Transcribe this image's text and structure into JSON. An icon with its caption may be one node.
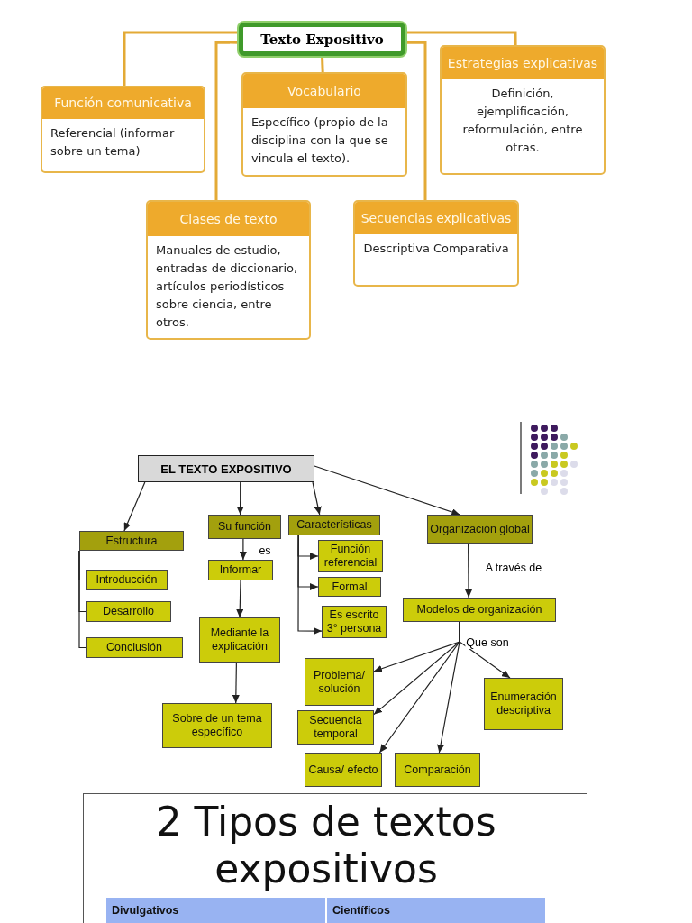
{
  "diagram": {
    "nodes": [
      {
        "text": [
          "Texto Expositivo"
        ]
      },
      {
        "text": [
          "Función comunicativa",
          "Referencial (informar sobre un tema)"
        ]
      },
      {
        "text": [
          "Vocabulario",
          "Específico (propio de la disciplina con la que se vincula el texto)."
        ]
      },
      {
        "text": [
          "Estrategias explicativas",
          "Definición, ejemplificación, reformulación, entre otras."
        ]
      },
      {
        "text": [
          "Clases de texto",
          "Manuales de estudio, entradas de diccionario, artículos periodísticos sobre ciencia, entre otros."
        ]
      },
      {
        "text": [
          "Secuencias explicativas",
          "Descriptiva Comparativa"
        ]
      },
      {
        "text": [
          "EL TEXTO EXPOSITIVO"
        ]
      },
      {
        "text": [
          "Estructura"
        ]
      },
      {
        "text": [
          "Introducción"
        ]
      },
      {
        "text": [
          "Desarrollo"
        ]
      },
      {
        "text": [
          "Conclusión"
        ]
      },
      {
        "text": [
          "Su función"
        ]
      },
      {
        "text": [
          "Informar"
        ]
      },
      {
        "text": [
          "Mediante la explicación"
        ]
      },
      {
        "text": [
          "Sobre de un tema específico"
        ]
      },
      {
        "text": [
          "Características"
        ]
      },
      {
        "text": [
          "Función referencial"
        ]
      },
      {
        "text": [
          "Formal"
        ]
      },
      {
        "text": [
          "Es escrito 3° persona"
        ]
      },
      {
        "text": [
          "Organización global"
        ]
      },
      {
        "text": [
          "Modelos de organización"
        ]
      },
      {
        "text": [
          "Problema/ solución"
        ]
      },
      {
        "text": [
          "Secuencia temporal"
        ]
      },
      {
        "text": [
          "Causa/ efecto"
        ]
      },
      {
        "text": [
          "Comparación"
        ]
      },
      {
        "text": [
          "Enumeración descriptiva"
        ]
      }
    ],
    "edges": [
      {
        "from": 0,
        "to": 1,
        "arrow": "none",
        "style": "thick",
        "color": "#e3aa36"
      },
      {
        "from": 0,
        "to": 2,
        "arrow": "none",
        "style": "thick",
        "color": "#e3aa36"
      },
      {
        "from": 0,
        "to": 3,
        "arrow": "none",
        "style": "thick",
        "color": "#e3aa36"
      },
      {
        "from": 0,
        "to": 4,
        "arrow": "none",
        "style": "thick",
        "color": "#e3aa36"
      },
      {
        "from": 0,
        "to": 5,
        "arrow": "none",
        "style": "thick",
        "color": "#e3aa36"
      },
      {
        "from": 6,
        "to": 7,
        "arrow": "to"
      },
      {
        "from": 6,
        "to": 11,
        "arrow": "to"
      },
      {
        "from": 6,
        "to": 15,
        "arrow": "to"
      },
      {
        "from": 6,
        "to": 19,
        "arrow": "to"
      },
      {
        "from": 7,
        "to": 8,
        "arrow": "none"
      },
      {
        "from": 7,
        "to": 9,
        "arrow": "none"
      },
      {
        "from": 7,
        "to": 10,
        "arrow": "none"
      },
      {
        "from": 11,
        "to": 12,
        "arrow": "to",
        "label": "es"
      },
      {
        "from": 12,
        "to": 13,
        "arrow": "to"
      },
      {
        "from": 13,
        "to": 14,
        "arrow": "to"
      },
      {
        "from": 15,
        "to": 16,
        "arrow": "to"
      },
      {
        "from": 15,
        "to": 17,
        "arrow": "to"
      },
      {
        "from": 15,
        "to": 18,
        "arrow": "to"
      },
      {
        "from": 19,
        "to": 20,
        "arrow": "to",
        "label": "A través de"
      },
      {
        "from": 20,
        "to": 21,
        "arrow": "to",
        "label": "Que son"
      },
      {
        "from": 20,
        "to": 22,
        "arrow": "to"
      },
      {
        "from": 20,
        "to": 23,
        "arrow": "to"
      },
      {
        "from": 20,
        "to": 24,
        "arrow": "to"
      },
      {
        "from": 20,
        "to": 25,
        "arrow": "to"
      }
    ],
    "labels": [
      "2 Tipos de textos expositivos",
      "Divulgativos",
      "Científicos"
    ]
  }
}
